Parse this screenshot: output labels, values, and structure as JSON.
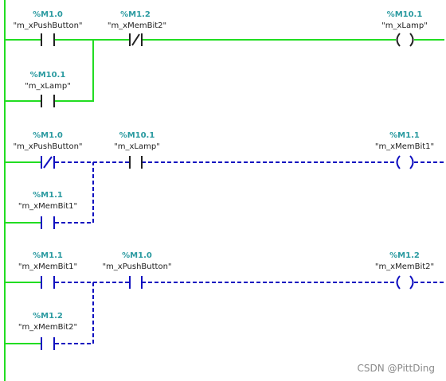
{
  "colors": {
    "energized": "#22dd22",
    "deenergized": "#1010c0",
    "address": "#2a9aa0",
    "symbol": "#222222"
  },
  "networks": [
    {
      "elements": [
        {
          "name": "contact-m-xpushbutton",
          "type": "no-contact",
          "address": "%M1.0",
          "tag": "\"m_xPushButton\""
        },
        {
          "name": "contact-m-xmembit2",
          "type": "nc-contact",
          "address": "%M1.2",
          "tag": "\"m_xMemBit2\""
        },
        {
          "name": "coil-m-xlamp",
          "type": "coil",
          "address": "%M10.1",
          "tag": "\"m_xLamp\""
        },
        {
          "name": "branch-contact-m-xlamp",
          "type": "no-contact",
          "address": "%M10.1",
          "tag": "\"m_xLamp\""
        }
      ]
    },
    {
      "elements": [
        {
          "name": "contact-m-xpushbutton",
          "type": "nc-contact",
          "address": "%M1.0",
          "tag": "\"m_xPushButton\""
        },
        {
          "name": "contact-m-xlamp",
          "type": "no-contact",
          "address": "%M10.1",
          "tag": "\"m_xLamp\""
        },
        {
          "name": "coil-m-xmembit1",
          "type": "coil",
          "address": "%M1.1",
          "tag": "\"m_xMemBit1\""
        },
        {
          "name": "branch-contact-m-xmembit1",
          "type": "no-contact",
          "address": "%M1.1",
          "tag": "\"m_xMemBit1\""
        }
      ]
    },
    {
      "elements": [
        {
          "name": "contact-m-xmembit1",
          "type": "no-contact",
          "address": "%M1.1",
          "tag": "\"m_xMemBit1\""
        },
        {
          "name": "contact-m-xpushbutton",
          "type": "no-contact",
          "address": "%M1.0",
          "tag": "\"m_xPushButton\""
        },
        {
          "name": "coil-m-xmembit2",
          "type": "coil",
          "address": "%M1.2",
          "tag": "\"m_xMemBit2\""
        },
        {
          "name": "branch-contact-m-xmembit2",
          "type": "no-contact",
          "address": "%M1.2",
          "tag": "\"m_xMemBit2\""
        }
      ]
    }
  ],
  "watermark": "CSDN @PittDing"
}
